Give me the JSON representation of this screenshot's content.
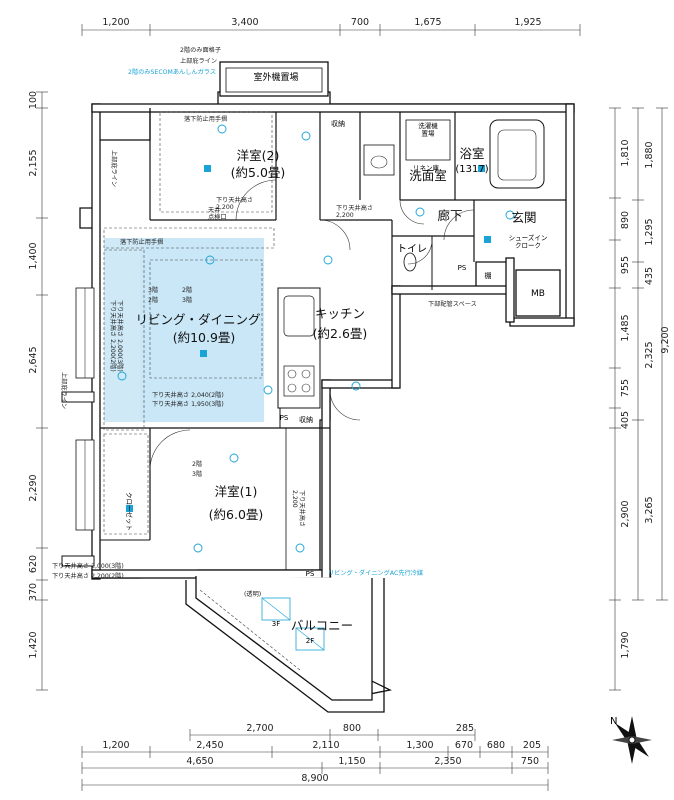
{
  "dimensions": {
    "top": [
      "1,200",
      "3,400",
      "700",
      "1,675",
      "1,925"
    ],
    "left": [
      "100",
      "2,155",
      "1,400",
      "2,645",
      "2,290",
      "620",
      "370",
      "1,420"
    ],
    "right_a": [
      "1,810",
      "890",
      "955",
      "1,485",
      "755",
      "405",
      "2,900",
      "1,790"
    ],
    "right_b": [
      "1,880",
      "1,295",
      "435",
      "2,325",
      "3,265"
    ],
    "right_total": "9,200",
    "bottom_row1": [
      "2,700",
      "800",
      "285"
    ],
    "bottom_row2": [
      "1,200",
      "2,450",
      "2,110",
      "1,300",
      "670",
      "680",
      "205"
    ],
    "bottom_row3": [
      "4,650",
      "1,150",
      "2,350",
      "750"
    ],
    "bottom_total": "8,900"
  },
  "rooms": {
    "western2_name": "洋室(2)",
    "western2_area": "(約5.0畳)",
    "living_name": "リビング・ダイニング",
    "living_area": "(約10.9畳)",
    "kitchen_name": "キッチン",
    "kitchen_area": "(約2.6畳)",
    "western1_name": "洋室(1)",
    "western1_area": "(約6.0畳)",
    "bath_name": "浴室",
    "bath_size": "(1317)",
    "washroom": "洗面室",
    "corridor": "廊下",
    "entrance": "玄関",
    "toilet": "トイレ",
    "balcony": "バルコニー",
    "outdoor_unit": "室外機置場",
    "laundry": "洗濯機\n置場",
    "linen": "リネン庫",
    "storage": "収納",
    "ps": "PS",
    "mb": "MB",
    "shoes": "シューズイン\nクローク",
    "cabinet": "棚",
    "closet_vertical": "クローゼット"
  },
  "notes": {
    "window_grille": "2階のみ面格子",
    "upper_line": "上部庇ライン",
    "secom_glass": "2階のみSECOMあんしんガラス",
    "fall_rail": "落下防止用手摺",
    "ceiling_2200": "下り天井高さ\n2,200",
    "ceiling_hatch": "天井\n点検口",
    "ceiling_2000": "下り天井高さ 2,000(3階)\n下り天井高さ 2,200(2階)",
    "ceiling_2040": "下り天井高さ 2,040(2階)",
    "ceiling_1950": "下り天井高さ 1,950(3階)",
    "floor2": "2階",
    "floor3": "3階",
    "piping_space": "下部配管スペース",
    "ac_sleeve": "リビング・ダイニングAC先行冷媒",
    "ceiling_bottom_a": "下り天井高さ 2,000(3階)",
    "ceiling_bottom_b": "下り天井高さ 2,200(2階)",
    "transparent": "(透明)",
    "f3": "3F",
    "f2": "2F",
    "upper_line_side": "上部庇ライン"
  },
  "compass": "N",
  "colors": {
    "accent_blue": "#1aa3d6",
    "highlight": "#bfe3f5",
    "wall": "#111111"
  }
}
